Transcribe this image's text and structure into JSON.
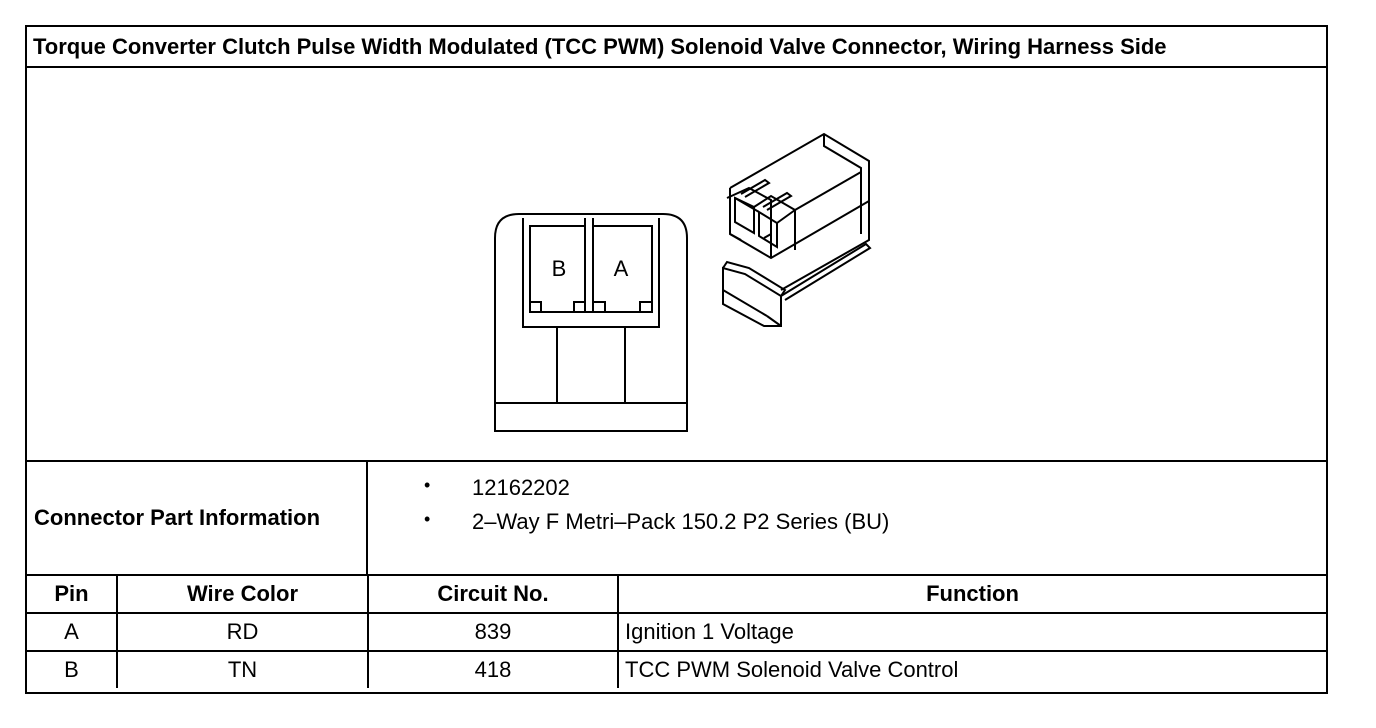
{
  "title": "Torque Converter Clutch Pulse Width Modulated (TCC PWM) Solenoid Valve Connector, Wiring Harness Side",
  "figure": {
    "pin_labels": [
      "B",
      "A"
    ]
  },
  "connector_info": {
    "label": "Connector Part Information",
    "items": [
      "12162202",
      "2–Way F Metri–Pack 150.2 P2 Series (BU)"
    ],
    "bullet": "•"
  },
  "pin_table": {
    "headers": [
      "Pin",
      "Wire Color",
      "Circuit No.",
      "Function"
    ],
    "rows": [
      [
        "A",
        "RD",
        "839",
        "Ignition 1 Voltage"
      ],
      [
        "B",
        "TN",
        "418",
        "TCC PWM Solenoid Valve Control"
      ]
    ]
  }
}
